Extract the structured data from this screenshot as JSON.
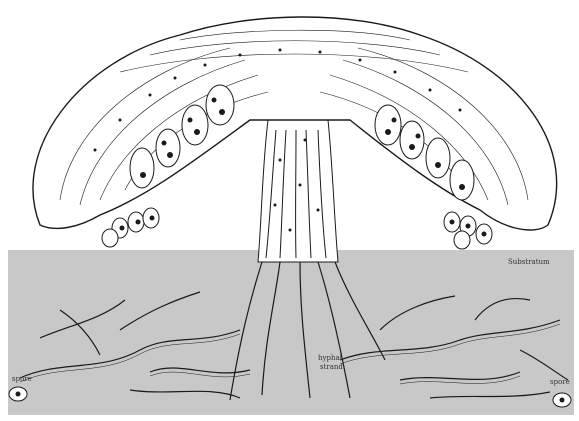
{
  "labels": {
    "substratum": "Substratum",
    "hyphal_strand": "hyphal",
    "hyphal_strand_2": "strand",
    "spore_left": "spore",
    "spore_right": "spore"
  },
  "colors": {
    "ink": "#1a1a1a",
    "substrate": "#c8c8c8",
    "background": "#ffffff"
  }
}
